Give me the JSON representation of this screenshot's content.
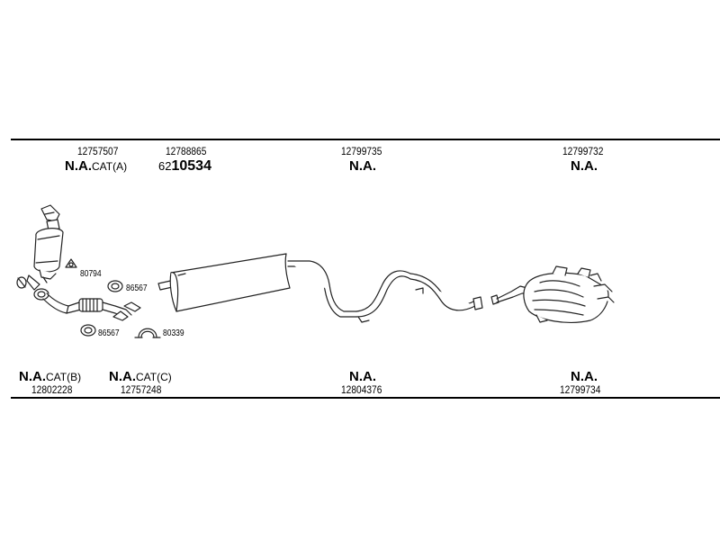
{
  "top_labels": {
    "col1_part": "12757507",
    "col1_na": "N.A.",
    "col1_cat": "CAT(A)",
    "col2_part": "12788865",
    "col2_prefix": "62",
    "col2_code": "10534",
    "col3_part": "12799735",
    "col3_na": "N.A.",
    "col4_part": "12799732",
    "col4_na": "N.A."
  },
  "bottom_labels": {
    "col1_na": "N.A.",
    "col1_cat": "CAT(B)",
    "col1_part": "12802228",
    "col2_na": "N.A.",
    "col2_cat": "CAT(C)",
    "col2_part": "12757248",
    "col3_na": "N.A.",
    "col3_part": "12804376",
    "col4_na": "N.A.",
    "col4_part": "12799734"
  },
  "small_parts": {
    "gasket_triangle": "80794",
    "ring_upper": "86567",
    "ring_lower": "86567",
    "clamp": "80339"
  }
}
